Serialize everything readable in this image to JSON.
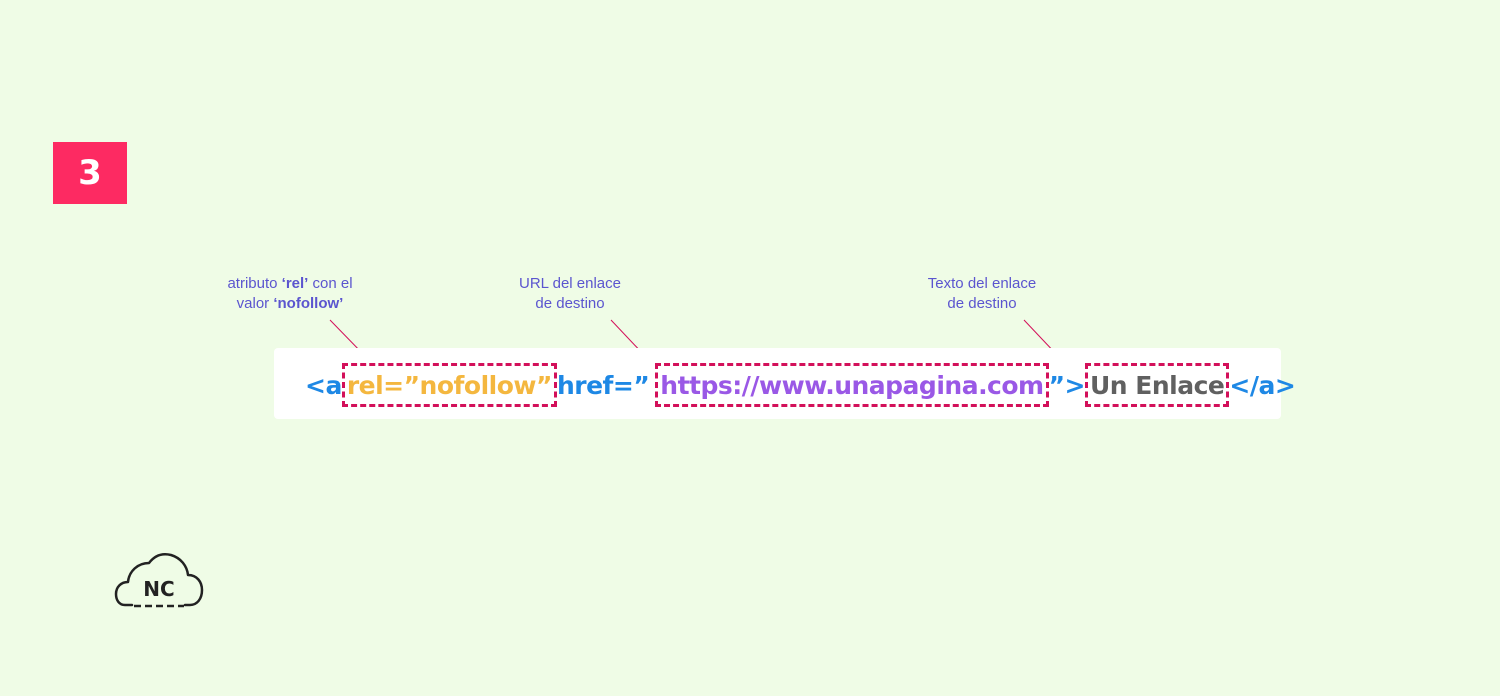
{
  "step": {
    "number": "3"
  },
  "annotations": {
    "rel": {
      "line1_pre": "atributo ",
      "line1_bold": "‘rel’",
      "line1_post": " con el",
      "line2_pre": "valor ",
      "line2_bold": "‘nofollow’"
    },
    "url": {
      "line1": "URL del enlace",
      "line2": "de destino"
    },
    "text": {
      "line1": "Texto del enlace",
      "line2": "de destino"
    }
  },
  "code": {
    "open": "<a",
    "rel_attr": "rel=”nofollow”",
    "href_attr": "href=”",
    "url": "https://www.unapagina.com",
    "close_quote": "”>",
    "link_text": "Un Enlace",
    "end_tag": "</a>"
  },
  "logo": {
    "text": "NC",
    "icon": "cloud-icon"
  },
  "colors": {
    "background": "#effce6",
    "badge": "#fd2a62",
    "annotation": "#5b55cf",
    "tag": "#1e88e5",
    "rel": "#f4b73f",
    "url": "#9a58e6",
    "link_text": "#606060",
    "highlight_border": "#d3105a"
  }
}
